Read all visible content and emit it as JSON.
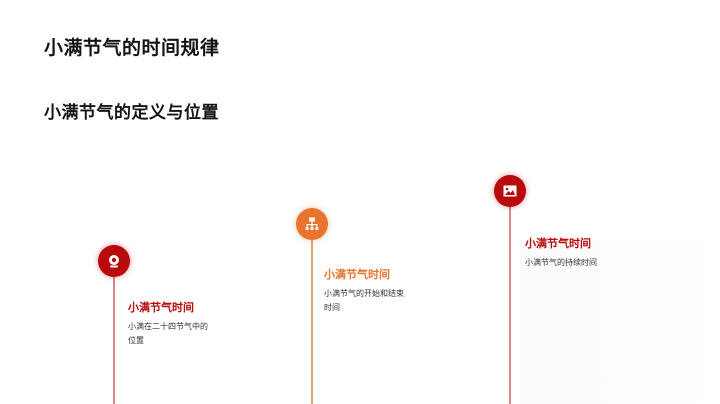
{
  "slide": {
    "title": "小满节气的时间规律",
    "subtitle": "小满节气的定义与位置"
  },
  "colors": {
    "red": "#b8090b",
    "orange": "#e8742f",
    "line_red": "#d9898a",
    "line_orange": "#e6a070"
  },
  "timeline": [
    {
      "icon": "webcam-icon",
      "title": "小满节气时间",
      "desc_line1": "小满在二十四节气中的",
      "desc_line2": "位置"
    },
    {
      "icon": "sitemap-icon",
      "title": "小满节气时间",
      "desc_line1": "小满节气的开始和结束",
      "desc_line2": "时间"
    },
    {
      "icon": "image-icon",
      "title": "小满节气时间",
      "desc_line1": "小满节气的持续时间",
      "desc_line2": ""
    }
  ]
}
